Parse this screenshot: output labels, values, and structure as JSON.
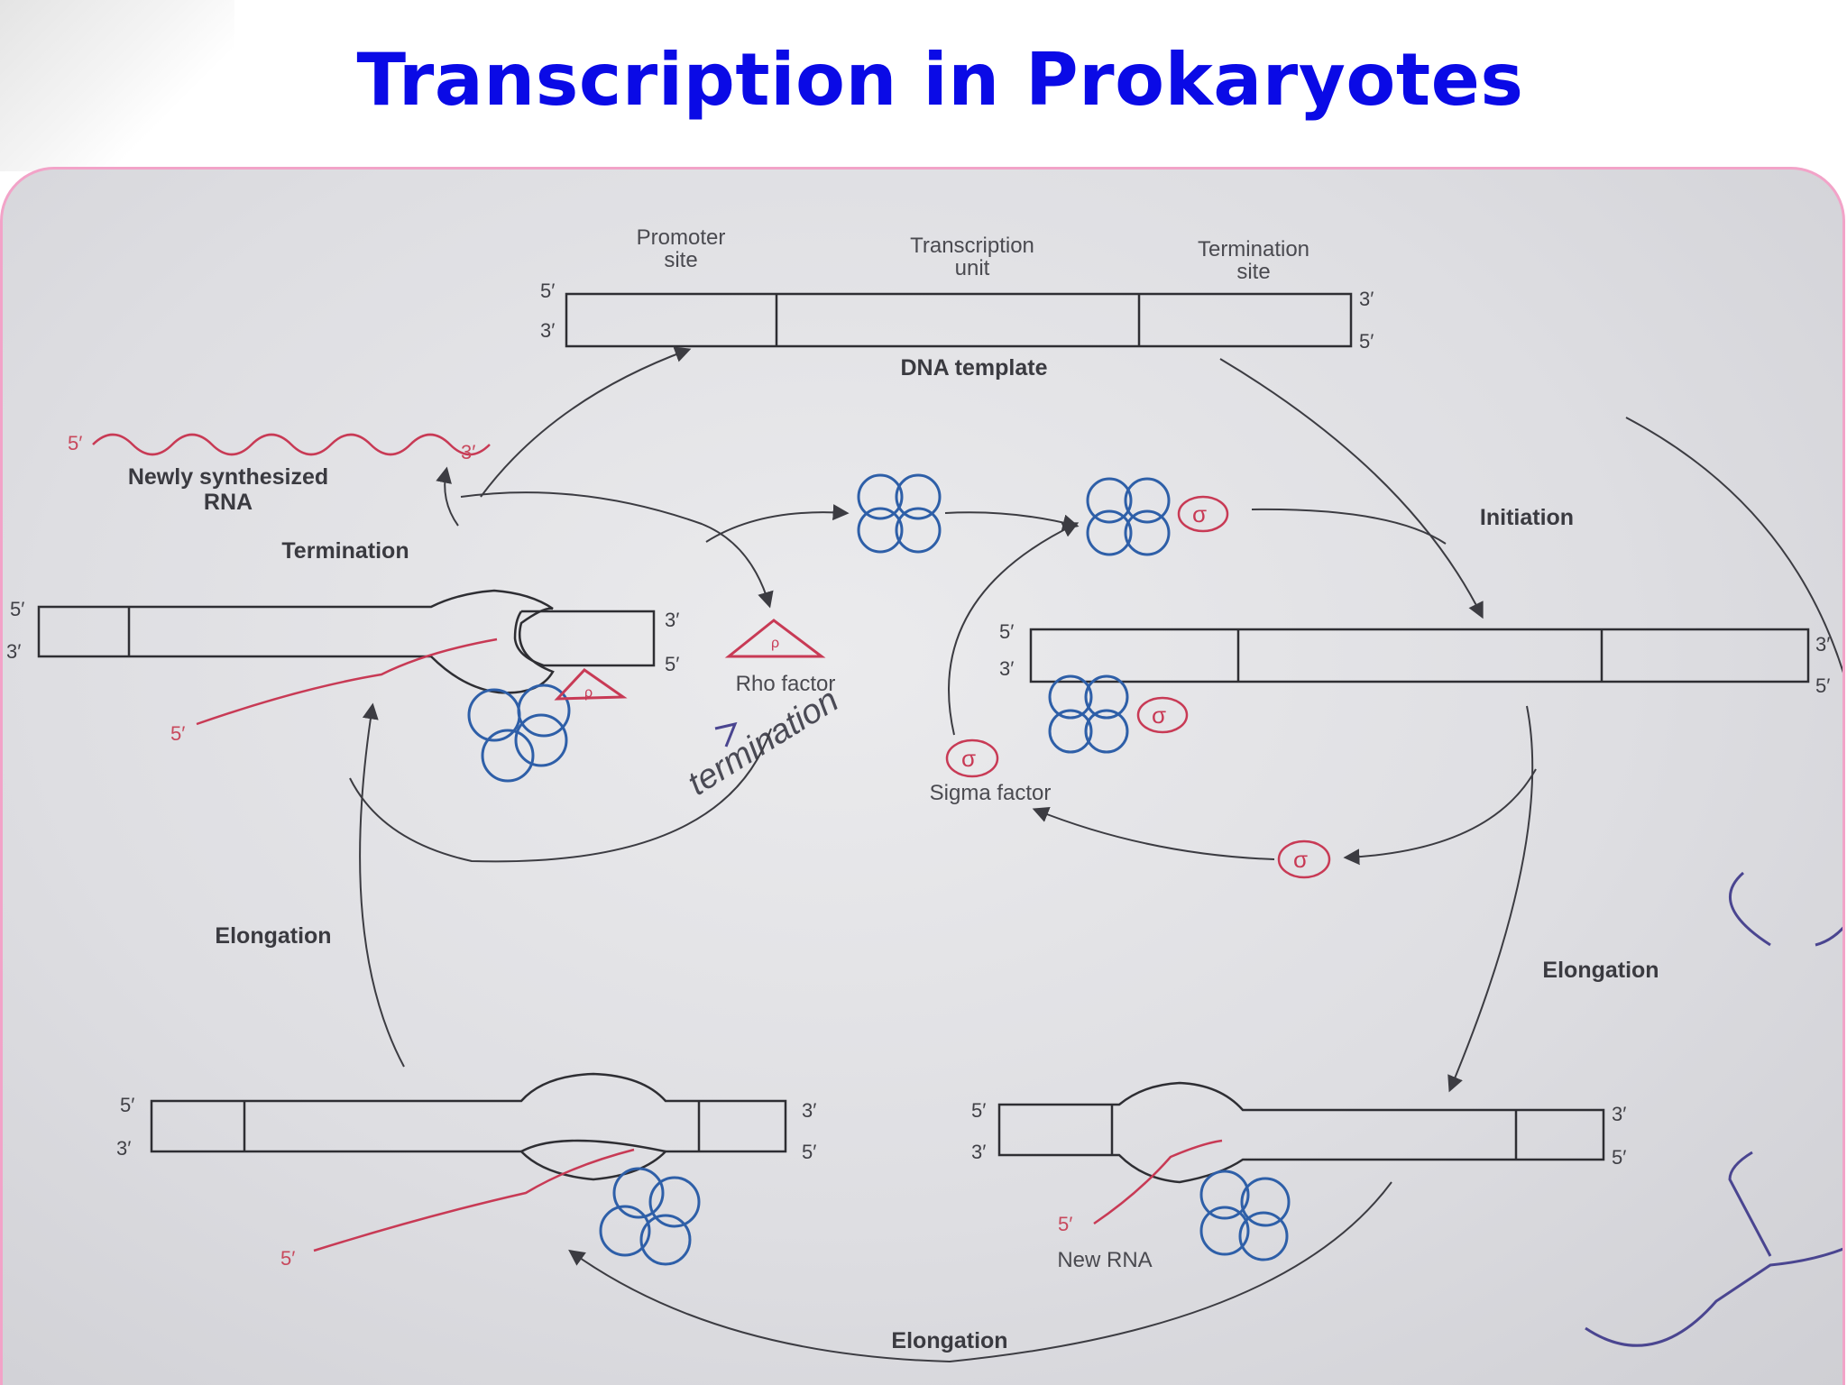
{
  "title": "Transcription in Prokaryotes",
  "labels": {
    "promoter_site_1": "Promoter",
    "promoter_site_2": "site",
    "transcription_unit_1": "Transcription",
    "transcription_unit_2": "unit",
    "termination_site_1": "Termination",
    "termination_site_2": "site",
    "dna_template": "DNA template",
    "newly_synth_1": "Newly synthesized",
    "newly_synth_2": "RNA",
    "termination": "Termination",
    "initiation": "Initiation",
    "rho_factor": "Rho factor",
    "sigma_factor": "Sigma factor",
    "elongation_left": "Elongation",
    "elongation_right": "Elongation",
    "elongation_bottom": "Elongation",
    "new_rna": "New RNA",
    "handwritten_termination": "termination"
  },
  "ends": {
    "five": "5′",
    "three": "3′"
  },
  "symbols": {
    "sigma": "σ",
    "rho": "ρ"
  },
  "colors": {
    "title": "#0a0ae6",
    "frame_border": "#f2a3c8",
    "rna": "#c83a55",
    "polymerase": "#2e5fa8",
    "dna": "#2e2e33"
  }
}
